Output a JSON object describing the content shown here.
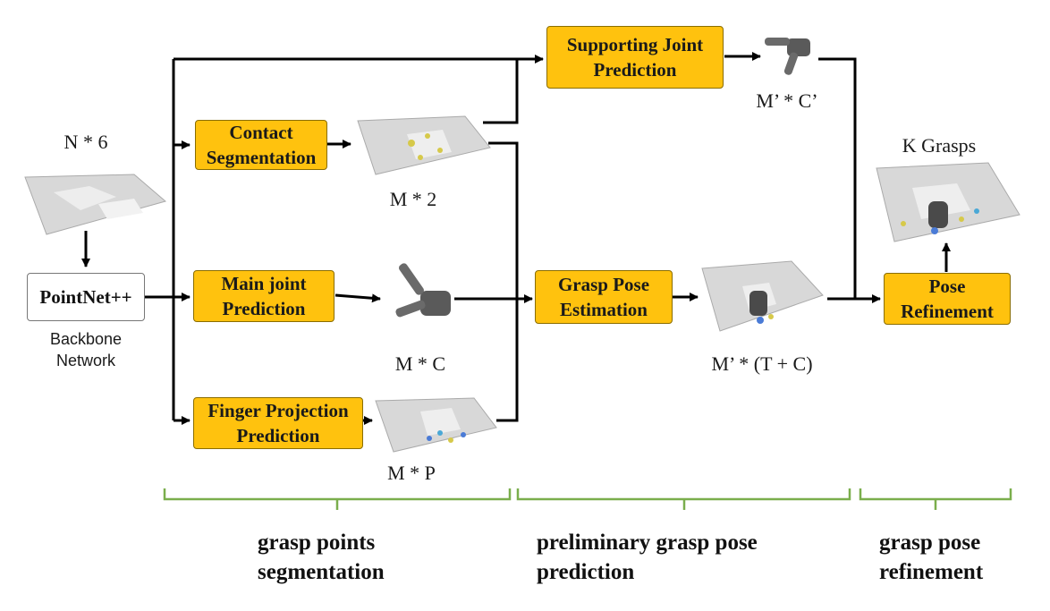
{
  "input": {
    "label": "N * 6"
  },
  "backbone": {
    "title": "PointNet++",
    "caption": "Backbone\nNetwork"
  },
  "modules": {
    "contact_segmentation": "Contact\nSegmentation",
    "main_joint_prediction": "Main joint\nPrediction",
    "finger_projection_prediction": "Finger Projection\nPrediction",
    "supporting_joint_prediction": "Supporting Joint\nPrediction",
    "grasp_pose_estimation": "Grasp Pose\nEstimation",
    "pose_refinement": "Pose\nRefinement"
  },
  "outputs": {
    "contact": "M * 2",
    "main_joint": "M * C",
    "finger_projection": "M * P",
    "supporting_joint": "M’ * C’",
    "grasp_pose": "M’ * (T + C)",
    "final": "K Grasps"
  },
  "stages": {
    "segmentation": "grasp points\nsegmentation",
    "preliminary": "preliminary grasp pose\nprediction",
    "refinement": "grasp pose\nrefinement"
  },
  "colors": {
    "module_fill": "#FFC20E",
    "bracket": "#7AAE4C",
    "arrow": "#000000"
  }
}
